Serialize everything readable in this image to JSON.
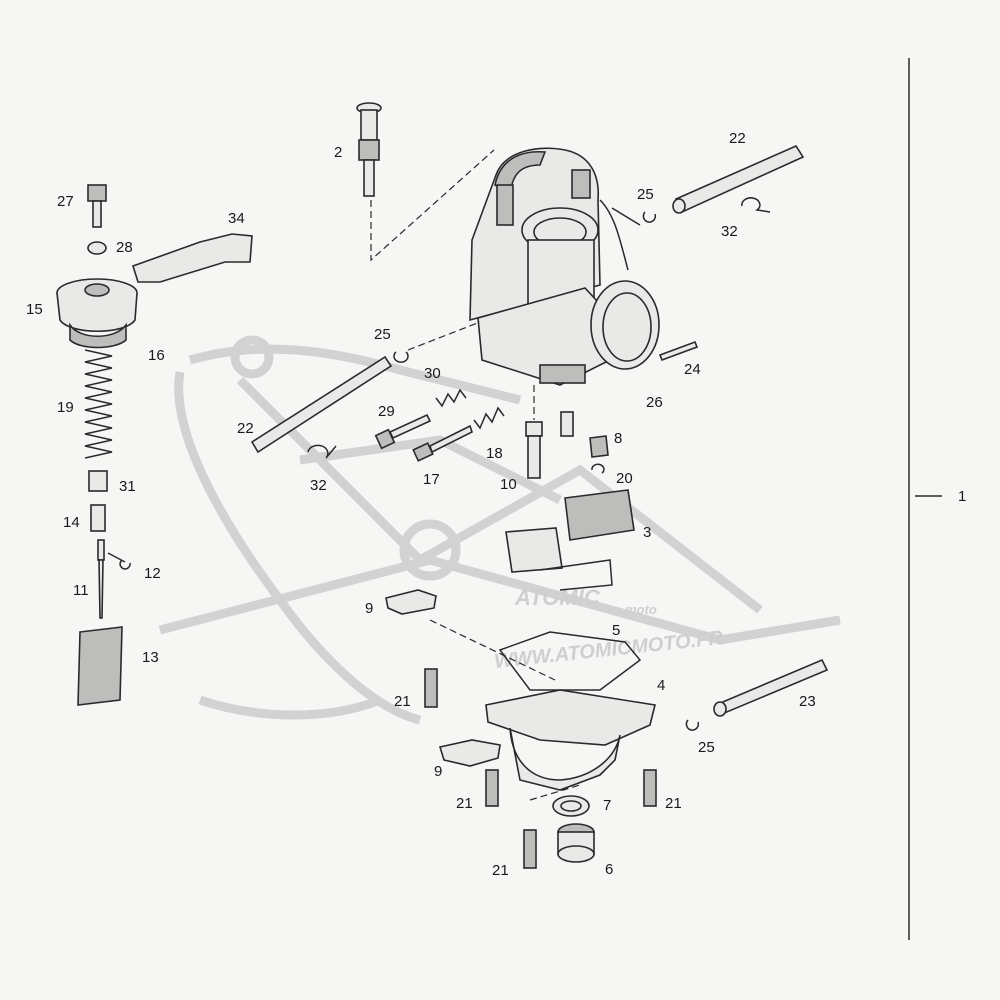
{
  "diagram": {
    "watermark": {
      "logo_text": "ATOMIC",
      "logo_sub": "moto",
      "url": "WWW.ATOMICMOTO.FR"
    },
    "callouts": [
      {
        "id": "c2",
        "text": "2"
      },
      {
        "id": "c22a",
        "text": "22"
      },
      {
        "id": "c25a",
        "text": "25"
      },
      {
        "id": "c32a",
        "text": "32"
      },
      {
        "id": "c27",
        "text": "27"
      },
      {
        "id": "c34",
        "text": "34"
      },
      {
        "id": "c28",
        "text": "28"
      },
      {
        "id": "c15",
        "text": "15"
      },
      {
        "id": "c16",
        "text": "16"
      },
      {
        "id": "c19",
        "text": "19"
      },
      {
        "id": "c25b",
        "text": "25"
      },
      {
        "id": "c30",
        "text": "30"
      },
      {
        "id": "c24",
        "text": "24"
      },
      {
        "id": "c29",
        "text": "29"
      },
      {
        "id": "c26",
        "text": "26"
      },
      {
        "id": "c22b",
        "text": "22"
      },
      {
        "id": "c18",
        "text": "18"
      },
      {
        "id": "c8",
        "text": "8"
      },
      {
        "id": "c32b",
        "text": "32"
      },
      {
        "id": "c17",
        "text": "17"
      },
      {
        "id": "c10",
        "text": "10"
      },
      {
        "id": "c20",
        "text": "20"
      },
      {
        "id": "c31",
        "text": "31"
      },
      {
        "id": "c1",
        "text": "1"
      },
      {
        "id": "c14",
        "text": "14"
      },
      {
        "id": "c3",
        "text": "3"
      },
      {
        "id": "c12",
        "text": "12"
      },
      {
        "id": "c11",
        "text": "11"
      },
      {
        "id": "c9a",
        "text": "9"
      },
      {
        "id": "c5",
        "text": "5"
      },
      {
        "id": "c13",
        "text": "13"
      },
      {
        "id": "c4",
        "text": "4"
      },
      {
        "id": "c21a",
        "text": "21"
      },
      {
        "id": "c23",
        "text": "23"
      },
      {
        "id": "c25c",
        "text": "25"
      },
      {
        "id": "c9b",
        "text": "9"
      },
      {
        "id": "c7",
        "text": "7"
      },
      {
        "id": "c21b",
        "text": "21"
      },
      {
        "id": "c21c",
        "text": "21"
      },
      {
        "id": "c21d",
        "text": "21"
      },
      {
        "id": "c6",
        "text": "6"
      }
    ]
  }
}
